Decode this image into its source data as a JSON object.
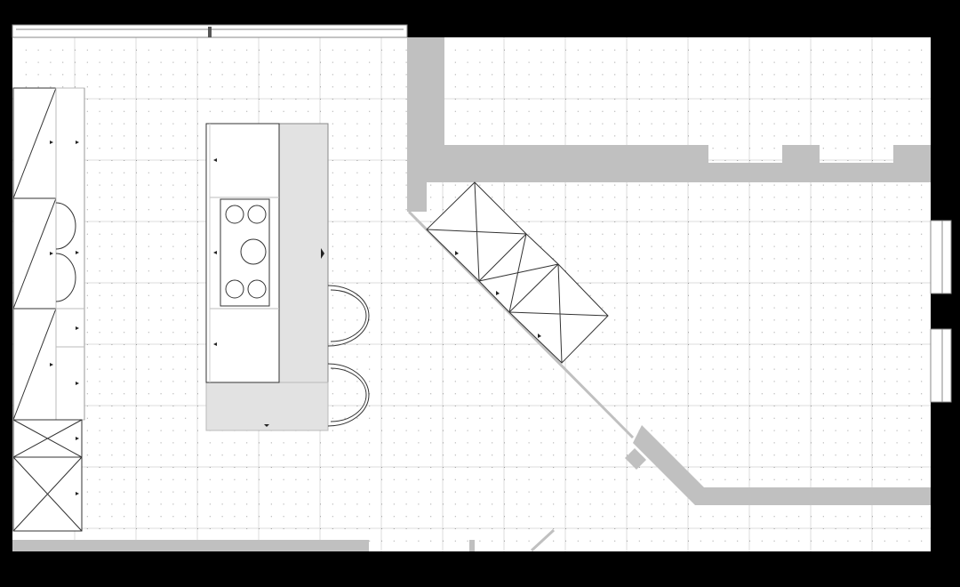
{
  "plan": {
    "colors": {
      "background": "#000000",
      "floor": "#ffffff",
      "wall": "#c0c0c0",
      "wood": "#e2e2e2",
      "grid_major": "#dddddd",
      "grid_dot": "#999999",
      "line": "#333333"
    },
    "elements": [
      "walls",
      "windows",
      "left-tall-cabinets",
      "kitchen-island",
      "cooktop",
      "bar-stools",
      "diagonal-cabinets"
    ]
  }
}
